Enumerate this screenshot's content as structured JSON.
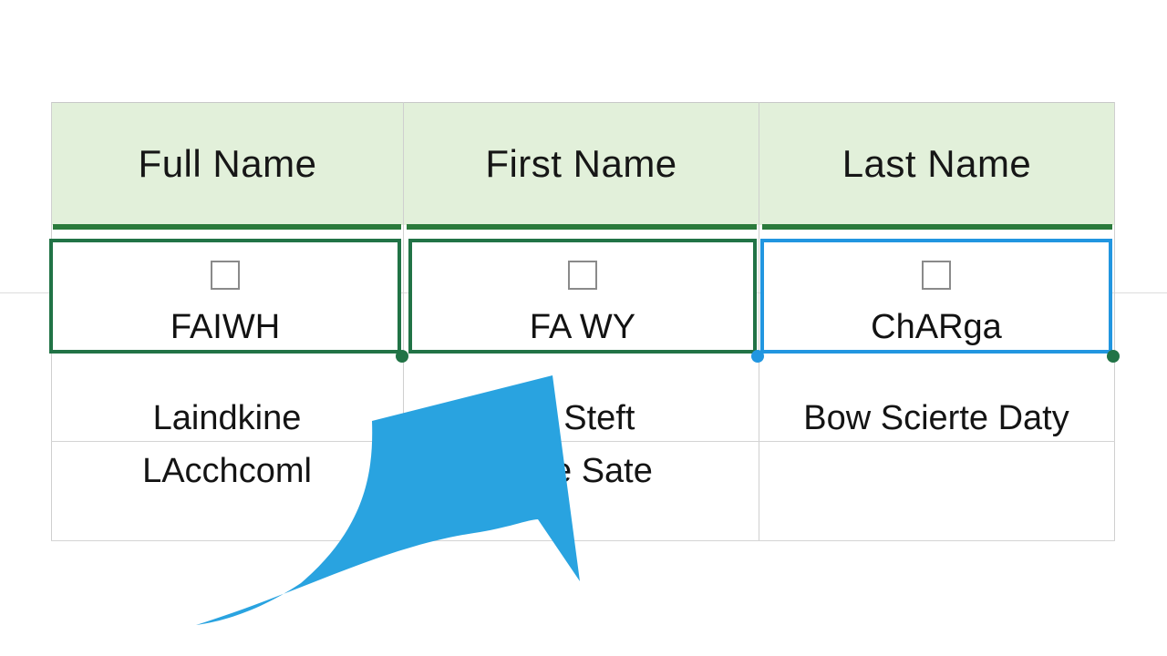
{
  "table": {
    "headers": [
      "Full Name",
      "First Name",
      "Last Name"
    ],
    "selected_row": {
      "cells": [
        "FAIWH",
        "FA WY",
        "ChARga"
      ]
    },
    "rows": [
      [
        "Laindkine",
        "et Steft",
        "Bow Scierte Daty"
      ],
      [
        "LAcchcoml",
        "e Sate",
        ""
      ]
    ]
  },
  "colors": {
    "header_fill": "#e2f0da",
    "header_underline": "#2a7a3b",
    "selection_green": "#217346",
    "selection_blue": "#2196e0",
    "arrow": "#29a3e0"
  },
  "icons": [
    "checkbox-icon",
    "fill-handle-icon",
    "curved-arrow-icon"
  ]
}
